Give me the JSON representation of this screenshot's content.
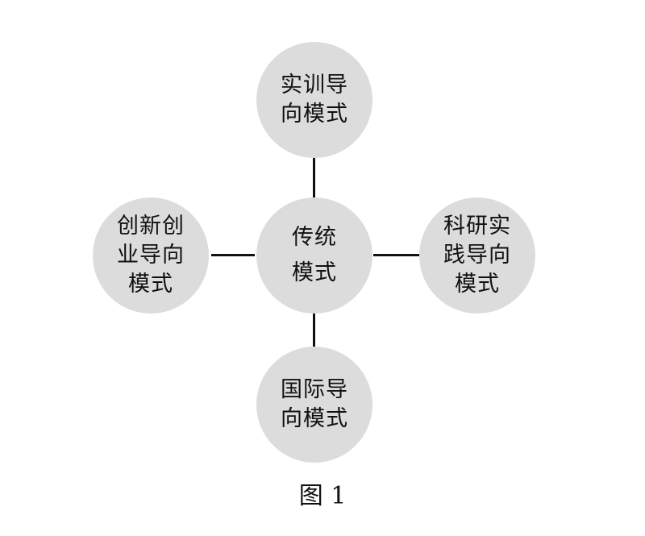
{
  "colors": {
    "node_fill": "#dcdcdc",
    "connector": "#111111",
    "text": "#111111",
    "background": "#ffffff"
  },
  "diagram": {
    "center": {
      "lines": [
        "传统",
        "模式"
      ]
    },
    "top": {
      "lines": [
        "实训导",
        "向模式"
      ]
    },
    "left": {
      "lines": [
        "创新创",
        "业导向",
        "模式"
      ]
    },
    "right": {
      "lines": [
        "科研实",
        "践导向",
        "模式"
      ]
    },
    "bottom": {
      "lines": [
        "国际导",
        "向模式"
      ]
    }
  },
  "caption": "图 1"
}
